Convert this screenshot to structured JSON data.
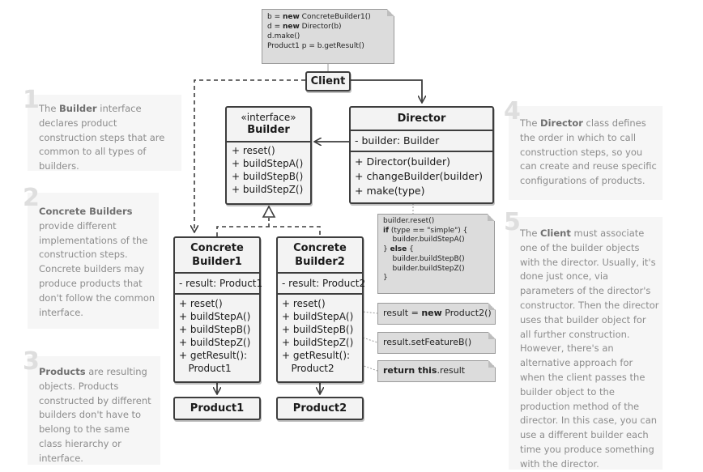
{
  "client_note": [
    {
      "pre": "b = ",
      "kw": "new",
      "post": " ConcreteBuilder1()"
    },
    {
      "pre": "d = ",
      "kw": "new",
      "post": " Director(b)"
    },
    {
      "pre": "d.make()",
      "kw": "",
      "post": ""
    },
    {
      "pre": "Product1 p = b.getResult()",
      "kw": "",
      "post": ""
    }
  ],
  "client": {
    "label": "Client"
  },
  "builder": {
    "stereotype": "«interface»",
    "name": "Builder",
    "methods": [
      "+ reset()",
      "+ buildStepA()",
      "+ buildStepB()",
      "+ buildStepZ()"
    ]
  },
  "director": {
    "name": "Director",
    "fields": [
      "- builder: Builder"
    ],
    "methods": [
      "+ Director(builder)",
      "+ changeBuilder(builder)",
      "+ make(type)"
    ]
  },
  "director_note": [
    {
      "kw": "",
      "text": "builder.reset()"
    },
    {
      "kw": "if",
      "text": " (type == \"simple\") {"
    },
    {
      "kw": "",
      "text": "    builder.buildStepA()"
    },
    {
      "kw": "",
      "text": "} "
    },
    {
      "kw": "else",
      "text": " {"
    },
    {
      "kw": "",
      "text": "    builder.buildStepB()"
    },
    {
      "kw": "",
      "text": "    builder.buildStepZ()"
    },
    {
      "kw": "",
      "text": "}"
    }
  ],
  "cb1": {
    "name_line1": "Concrete",
    "name_line2": "Builder1",
    "field": "- result: Product1",
    "methods": [
      "+ reset()",
      "+ buildStepA()",
      "+ buildStepB()",
      "+ buildStepZ()",
      "+ getResult():",
      "   Product1"
    ]
  },
  "cb2": {
    "name_line1": "Concrete",
    "name_line2": "Builder2",
    "field": "- result: Product2",
    "methods": [
      "+ reset()",
      "+ buildStepA()",
      "+ buildStepB()",
      "+ buildStepZ()",
      "+ getResult():",
      "   Product2"
    ]
  },
  "notes_right": {
    "reset": {
      "pre": "result = ",
      "kw": "new",
      "post": " Product2()"
    },
    "stepb": {
      "pre": "result.setFeatureB()",
      "kw": "",
      "post": ""
    },
    "getresult": {
      "pre": "",
      "kw": "return this",
      "post": ".result"
    }
  },
  "product1": {
    "label": "Product1"
  },
  "product2": {
    "label": "Product2"
  },
  "descriptions": {
    "d1": {
      "num": "1",
      "pre": "The ",
      "bold": "Builder",
      "post": " interface declares product construction steps that are common to all types of builders."
    },
    "d2": {
      "num": "2",
      "pre": "",
      "bold": "Concrete Builders",
      "post": " provide different implementations of the construction steps. Concrete builders may produce products that don't follow the common interface."
    },
    "d3": {
      "num": "3",
      "pre": "",
      "bold": "Products",
      "post": " are resulting objects. Products constructed by different builders don't have to belong to the same class hierarchy or interface."
    },
    "d4": {
      "num": "4",
      "pre": "The ",
      "bold": "Director",
      "post": " class defines the order in which to call construction steps, so you can create and reuse specific configurations of products."
    },
    "d5": {
      "num": "5",
      "pre": "The ",
      "bold": "Client",
      "post": " must associate one of the builder objects with the director. Usually, it's done just once, via parameters of the director's constructor. Then the director uses that builder object for all further construction. However, there's an alternative approach for when the client passes the builder object to the production method of the director. In this case, you can use a different builder each time you produce something with the director."
    }
  }
}
